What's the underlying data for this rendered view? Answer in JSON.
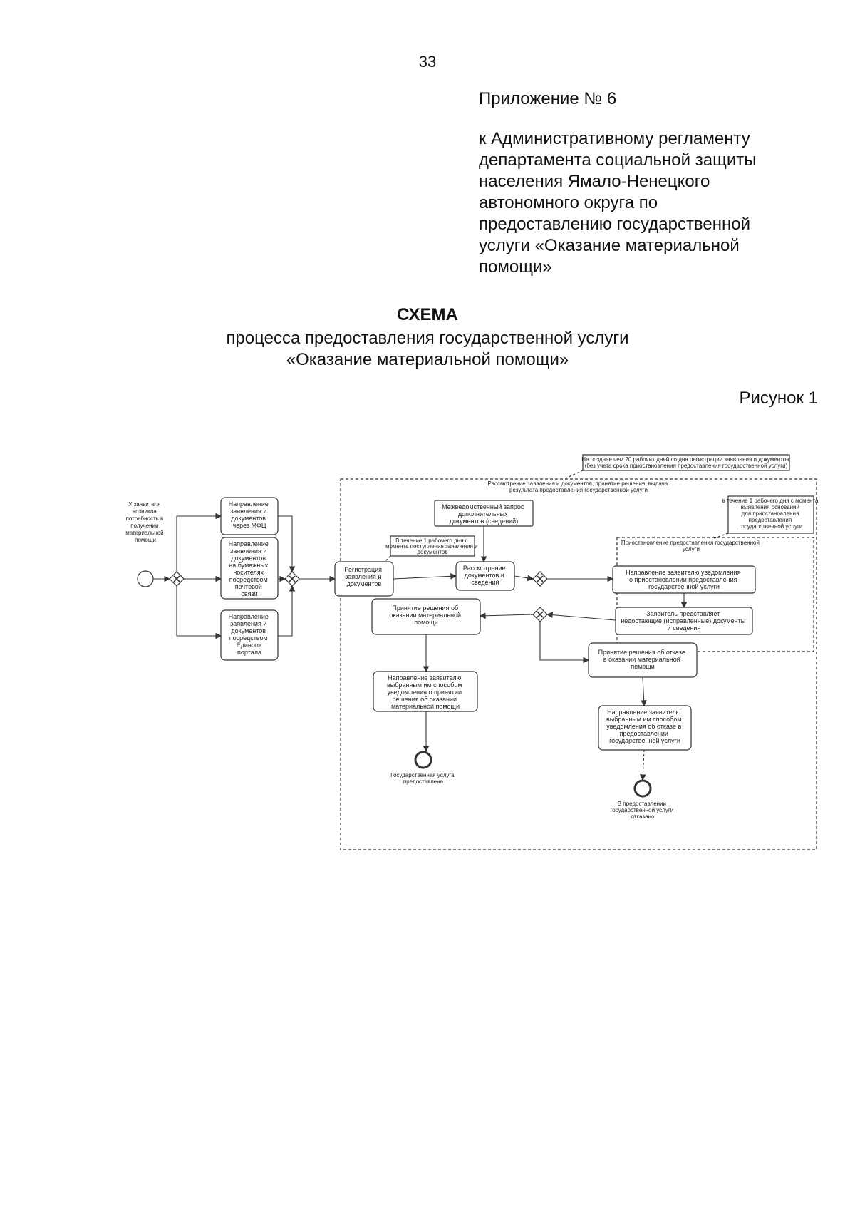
{
  "page": {
    "number": "33"
  },
  "appendix": {
    "title": "Приложение № 6",
    "lines": [
      "к Административному регламенту",
      "департамента социальной защиты",
      "населения Ямало-Ненецкого",
      "автономного округа по",
      "предоставлению государственной",
      "услуги «Оказание материальной",
      "помощи»"
    ]
  },
  "schema": {
    "title": "СХЕМА",
    "subtitle_line1": "процесса предоставления государственной услуги",
    "subtitle_line2": "«Оказание материальной помощи»",
    "figure_label": "Рисунок 1"
  },
  "diagram": {
    "start_event": [
      "У заявителя",
      "возникла",
      "потребность в",
      "получении",
      "материальной",
      "помощи"
    ],
    "submission_boxes": [
      [
        "Направление",
        "заявления и",
        "документов",
        "через МФЦ"
      ],
      [
        "Направление",
        "заявления и",
        "документов",
        "на бумажных",
        "носителях",
        "посредством",
        "почтовой",
        "связи"
      ],
      [
        "Направление",
        "заявления и",
        "документов",
        "посредством",
        "Единого",
        "портала"
      ]
    ],
    "outer_note": [
      "Не позднее чем 20 рабочих дней со дня регистрации заявления и документов",
      "(без учета срока приостановления предоставления государственной услуги)"
    ],
    "outer_header": [
      "Рассмотрение заявления и документов, принятие решения, выдача",
      "результата предоставления государственной услуги"
    ],
    "registration_note": [
      "В течение 1 рабочего дня с",
      "момента поступления заявления и",
      "документов"
    ],
    "registration": [
      "Регистрация",
      "заявления и",
      "документов"
    ],
    "interagency_request": [
      "Межведомственный запрос",
      "дополнительных",
      "документов (сведений)"
    ],
    "review": [
      "Рассмотрение",
      "документов и",
      "сведений"
    ],
    "suspension_note": [
      "в течение 1 рабочего дня с момента",
      "выявления оснований",
      "для приостановления",
      "предоставления",
      "государственной услуги"
    ],
    "suspension_header": [
      "Приостановление предоставления государственной",
      "услуги"
    ],
    "notice_suspension": [
      "Направление заявителю уведомления",
      "о приостановлении предоставления",
      "государственной услуги"
    ],
    "docs_submission": [
      "Заявитель представляет",
      "недостающие (исправленные) документы",
      "и сведения"
    ],
    "decision_grant": [
      "Принятие решения об",
      "оказании материальной",
      "помощи"
    ],
    "notice_grant": [
      "Направление заявителю",
      "выбранным им способом",
      "уведомления о принятии",
      "решения об оказании",
      "материальной помощи"
    ],
    "end_grant": [
      "Государственная услуга",
      "предоставлена"
    ],
    "decision_refuse": [
      "Принятие решения об отказе",
      "в оказании материальной",
      "помощи"
    ],
    "notice_refuse": [
      "Направление заявителю",
      "выбранным им способом",
      "уведомления об отказе в",
      "предоставлении",
      "государственной услуги"
    ],
    "end_refuse": [
      "В предоставлении",
      "государственной услуги",
      "отказано"
    ]
  }
}
